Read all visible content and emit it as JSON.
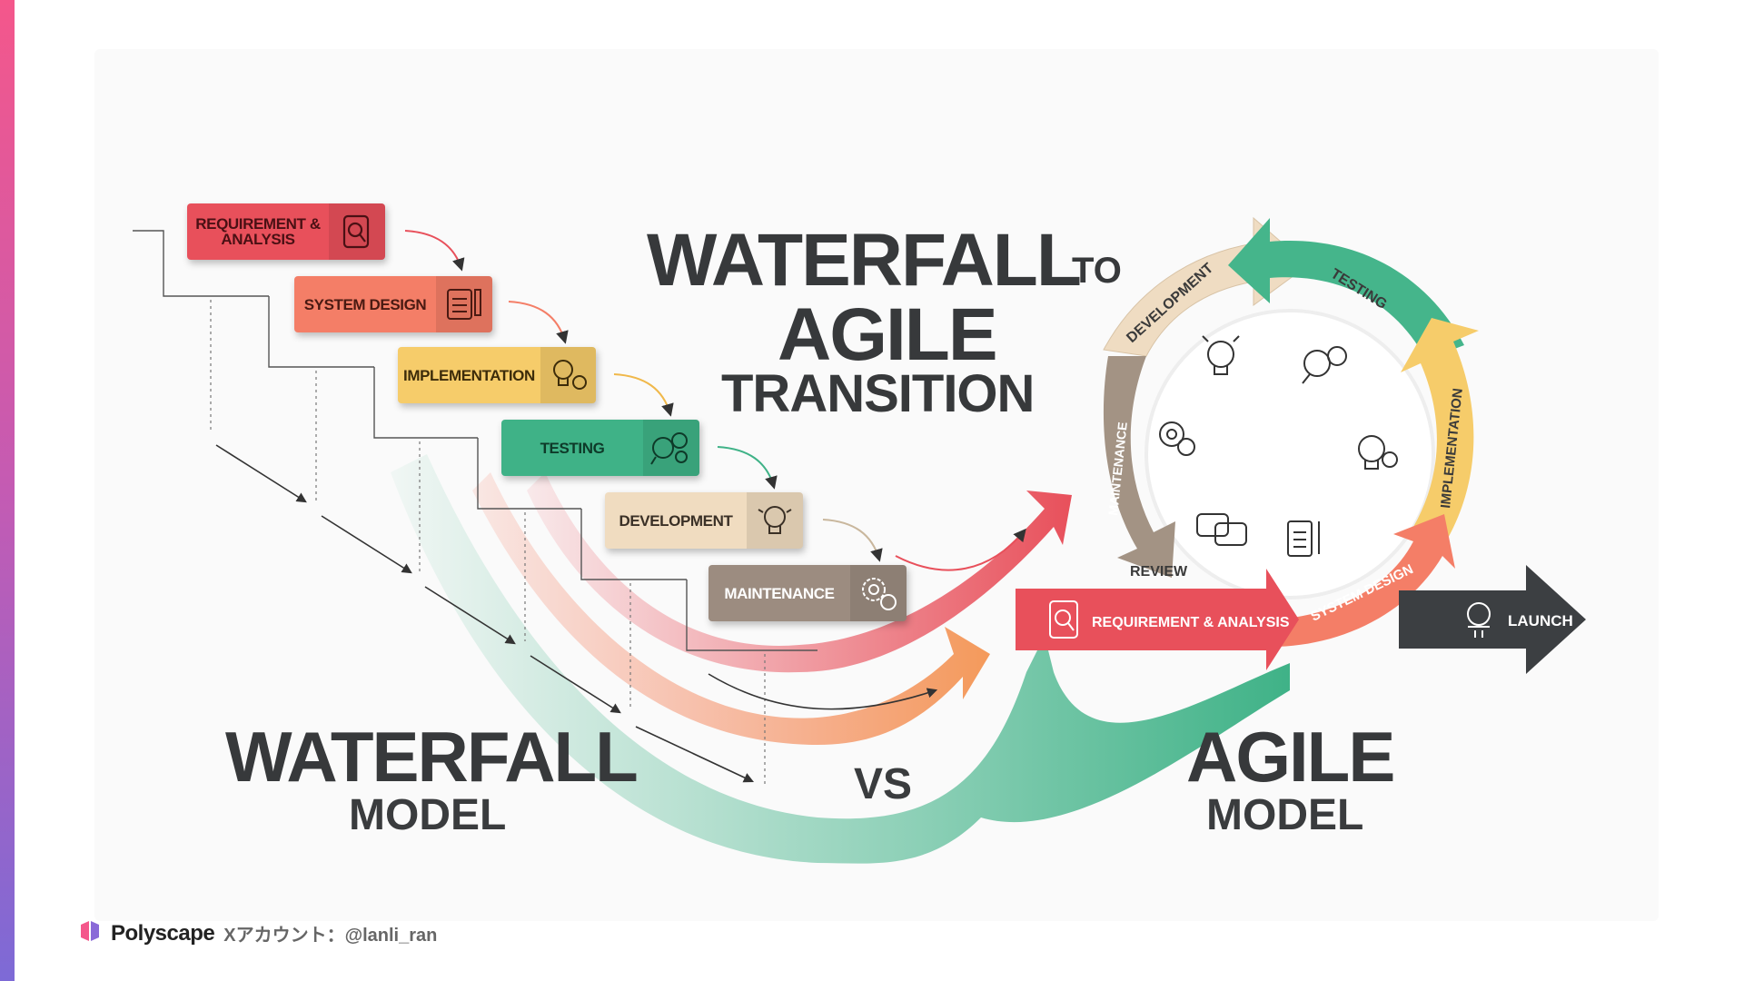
{
  "colors": {
    "red": "#e8505b",
    "salmon": "#f47e67",
    "yellow": "#f6cc6a",
    "green": "#3fb287",
    "beige": "#f0dcc0",
    "brown": "#9c8c80",
    "dark": "#3c3f42"
  },
  "title": {
    "line1": "WATERFALL",
    "to": "TO",
    "line2": "AGILE",
    "line3": "TRANSITION"
  },
  "waterfall": {
    "heading": "WATERFALL",
    "sub": "MODEL",
    "steps": [
      {
        "label": "REQUIREMENT & ANALYSIS",
        "icon": "magnifier-icon"
      },
      {
        "label": "SYSTEM DESIGN",
        "icon": "document-pencil-icon"
      },
      {
        "label": "IMPLEMENTATION",
        "icon": "lightbulb-gear-icon"
      },
      {
        "label": "TESTING",
        "icon": "gears-search-icon"
      },
      {
        "label": "DEVELOPMENT",
        "icon": "lightbulb-icon"
      },
      {
        "label": "MAINTENANCE",
        "icon": "gears-icon"
      }
    ]
  },
  "vs": "VS",
  "agile": {
    "heading": "AGILE",
    "sub": "MODEL",
    "cycle": {
      "development": "DEVELOPMENT",
      "testing": "TESTING",
      "implementation": "IMPLEMENTATION",
      "system_design": "SYSTEM DESIGN",
      "maintenance": "MAINTENANCE",
      "review": "REVIEW",
      "requirement": "REQUIREMENT & ANALYSIS",
      "launch": "LAUNCH"
    }
  },
  "footer": {
    "brand": "Polyscape",
    "account": "Xアカウント：@lanli_ran"
  }
}
